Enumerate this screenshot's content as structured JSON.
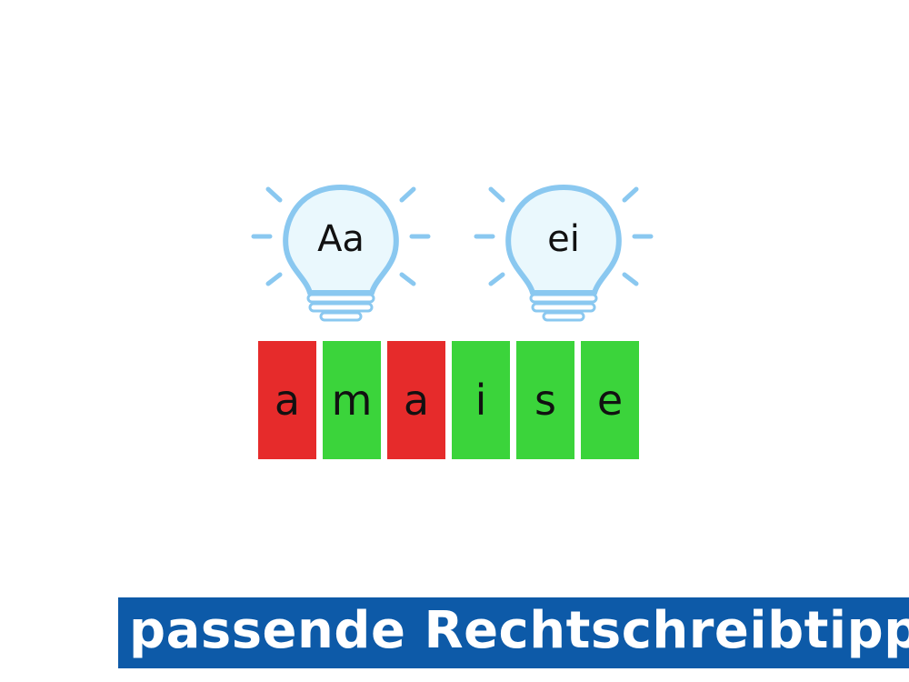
{
  "bulbs": [
    {
      "label": "Aa",
      "icon": "lightbulb-icon"
    },
    {
      "label": "ei",
      "icon": "lightbulb-icon"
    }
  ],
  "word": {
    "letters": [
      {
        "char": "a",
        "status": "wrong",
        "color": "#e62b2b"
      },
      {
        "char": "m",
        "status": "correct",
        "color": "#3bd43b"
      },
      {
        "char": "a",
        "status": "wrong",
        "color": "#e62b2b"
      },
      {
        "char": "i",
        "status": "correct",
        "color": "#3bd43b"
      },
      {
        "char": "s",
        "status": "correct",
        "color": "#3bd43b"
      },
      {
        "char": "e",
        "status": "correct",
        "color": "#3bd43b"
      }
    ]
  },
  "banner": {
    "text": "passende Rechtschreibtipps",
    "background": "#0d5aa8"
  },
  "colors": {
    "bulb_outline": "#8ac8f0",
    "bulb_fill": "#eaf8fd"
  }
}
